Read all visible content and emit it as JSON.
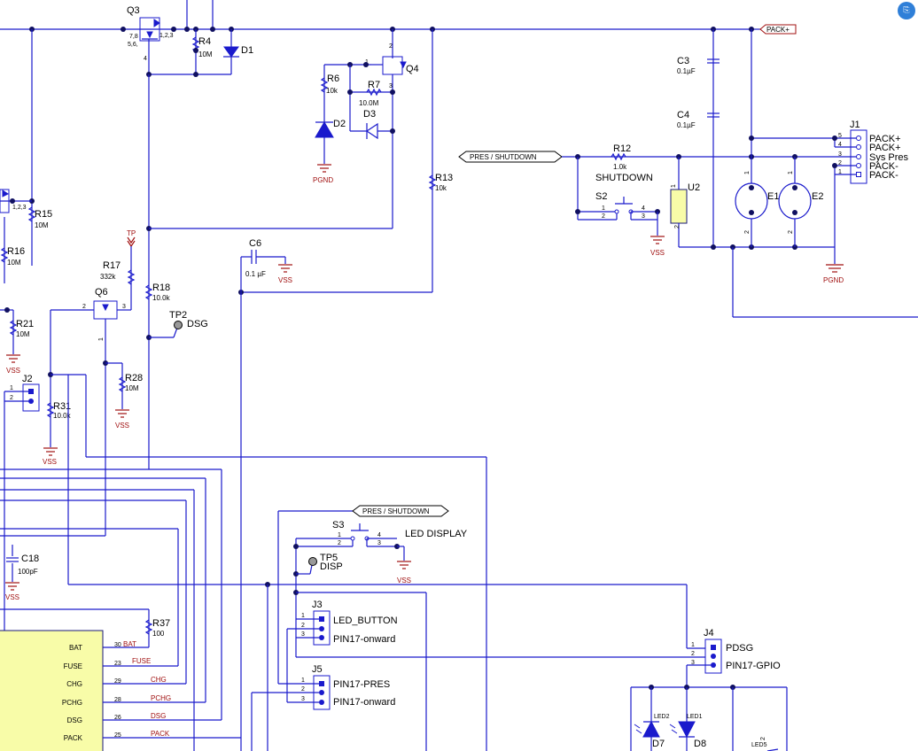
{
  "badge": "⎘",
  "colors": {
    "wire": "#1a1acc",
    "power": "#a01010",
    "ic_fill": "#f8fca8"
  },
  "nets": {
    "pack_plus": "PACK+",
    "pres_shutdown": "PRES / SHUTDOWN",
    "pres_shutdown2": "PRES / SHUTDOWN",
    "pgnd": "PGND",
    "pgnd2": "PGND",
    "vss": "VSS",
    "tp": "TP"
  },
  "components": {
    "q3": {
      "ref": "Q3",
      "pins_a": "7,8",
      "pins_b": "5,6,",
      "pins_c": "1,2,3",
      "pin_g": "4"
    },
    "r4": {
      "ref": "R4",
      "value": "10M"
    },
    "d1": {
      "ref": "D1"
    },
    "q4": {
      "ref": "Q4",
      "pin1": "1",
      "pin2": "2",
      "pin3": "3"
    },
    "r6": {
      "ref": "R6",
      "value": "10k"
    },
    "r7": {
      "ref": "R7",
      "value": "10.0M"
    },
    "d2": {
      "ref": "D2"
    },
    "d3": {
      "ref": "D3"
    },
    "r13": {
      "ref": "R13",
      "value": "10k"
    },
    "c3": {
      "ref": "C3",
      "value": "0.1µF"
    },
    "c4": {
      "ref": "C4",
      "value": "0.1µF"
    },
    "c6": {
      "ref": "C6",
      "value": "0.1 µF"
    },
    "r12": {
      "ref": "R12",
      "value": "1.0k"
    },
    "u2": {
      "ref": "U2",
      "pin1": "1",
      "pin2": "2"
    },
    "s2": {
      "ref": "S2",
      "name": "SHUTDOWN",
      "p1": "1",
      "p2": "2",
      "p3": "3",
      "p4": "4"
    },
    "e1": {
      "ref": "E1",
      "p1": "1",
      "p2": "2"
    },
    "e2": {
      "ref": "E2",
      "p1": "1",
      "p2": "2"
    },
    "j1": {
      "ref": "J1",
      "pins": [
        "5",
        "4",
        "3",
        "2",
        "1"
      ],
      "labels": [
        "PACK+",
        "PACK+",
        "Sys Pres",
        "PACK-",
        "PACK-"
      ]
    },
    "r15": {
      "ref": "R15",
      "value": "10M"
    },
    "r16": {
      "ref": "R16",
      "value": "10M"
    },
    "r17": {
      "ref": "R17",
      "value": "332k"
    },
    "q6": {
      "ref": "Q6",
      "pin1": "1",
      "pin2": "2",
      "pin3": "3"
    },
    "r18": {
      "ref": "R18",
      "value": "10.0k"
    },
    "tp2": {
      "ref": "TP2",
      "name": "DSG"
    },
    "r21": {
      "ref": "R21",
      "value": "10M"
    },
    "r28": {
      "ref": "R28",
      "value": "10M"
    },
    "j2": {
      "ref": "J2",
      "p1": "1",
      "p2": "2"
    },
    "r31": {
      "ref": "R31",
      "value": "10.0k"
    },
    "c18": {
      "ref": "C18",
      "value": "100pF"
    },
    "r37": {
      "ref": "R37",
      "value": "100"
    },
    "s3": {
      "ref": "S3",
      "name": "LED DISPLAY",
      "p1": "1",
      "p2": "2",
      "p3": "3",
      "p4": "4"
    },
    "tp5": {
      "ref": "TP5",
      "name": "DISP"
    },
    "j3": {
      "ref": "J3",
      "pins": [
        "1",
        "2",
        "3"
      ],
      "labels": [
        "LED_BUTTON",
        "",
        "PIN17-onward"
      ]
    },
    "j5": {
      "ref": "J5",
      "pins": [
        "1",
        "2",
        "3"
      ],
      "labels": [
        "PIN17-PRES",
        "",
        "PIN17-onward"
      ]
    },
    "j4": {
      "ref": "J4",
      "pins": [
        "1",
        "2",
        "3"
      ],
      "labels": [
        "PDSG",
        "",
        "PIN17-GPIO"
      ]
    },
    "d7": {
      "ref": "D7",
      "led": "LED2"
    },
    "d8": {
      "ref": "D8",
      "led": "LED1"
    },
    "led5": {
      "led": "LED5",
      "pin": "2"
    }
  },
  "ic": {
    "pins": [
      {
        "name": "BAT",
        "num": "30",
        "net": "BAT"
      },
      {
        "name": "FUSE",
        "num": "23",
        "net": "FUSE"
      },
      {
        "name": "CHG",
        "num": "29",
        "net": "CHG"
      },
      {
        "name": "PCHG",
        "num": "28",
        "net": "PCHG"
      },
      {
        "name": "DSG",
        "num": "26",
        "net": "DSG"
      },
      {
        "name": "PACK",
        "num": "25",
        "net": "PACK"
      }
    ]
  }
}
